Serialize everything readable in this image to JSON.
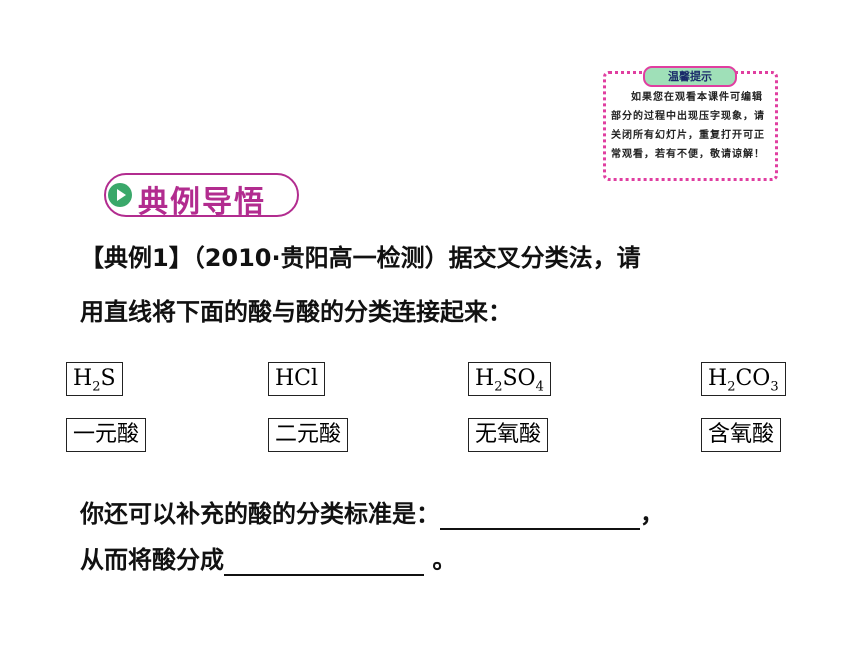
{
  "tip": {
    "title": "温馨提示",
    "text": "如果您在观看本课件可编辑部分的过程中出现压字现象，请关闭所有幻灯片，重复打开可正常观看，若有不便，敬请谅解！"
  },
  "section": {
    "title": "典例导悟"
  },
  "question": {
    "line1": "【典例1】（2010·贵阳高一检测）据交叉分类法，请",
    "line2": "用直线将下面的酸与酸的分类连接起来：",
    "line3_prefix": "你还可以补充的酸的分类标准是：",
    "line3_suffix": "，",
    "line4_prefix": "从而将酸分成",
    "line4_suffix": "。"
  },
  "acids": [
    {
      "base": "H",
      "sub1": "2",
      "rest": "S",
      "sub2": ""
    },
    {
      "base": "HCl",
      "sub1": "",
      "rest": "",
      "sub2": ""
    },
    {
      "base": "H",
      "sub1": "2",
      "rest": "SO",
      "sub2": "4"
    },
    {
      "base": "H",
      "sub1": "2",
      "rest": "CO",
      "sub2": "3"
    }
  ],
  "categories": [
    "一元酸",
    "二元酸",
    "无氧酸",
    "含氧酸"
  ]
}
